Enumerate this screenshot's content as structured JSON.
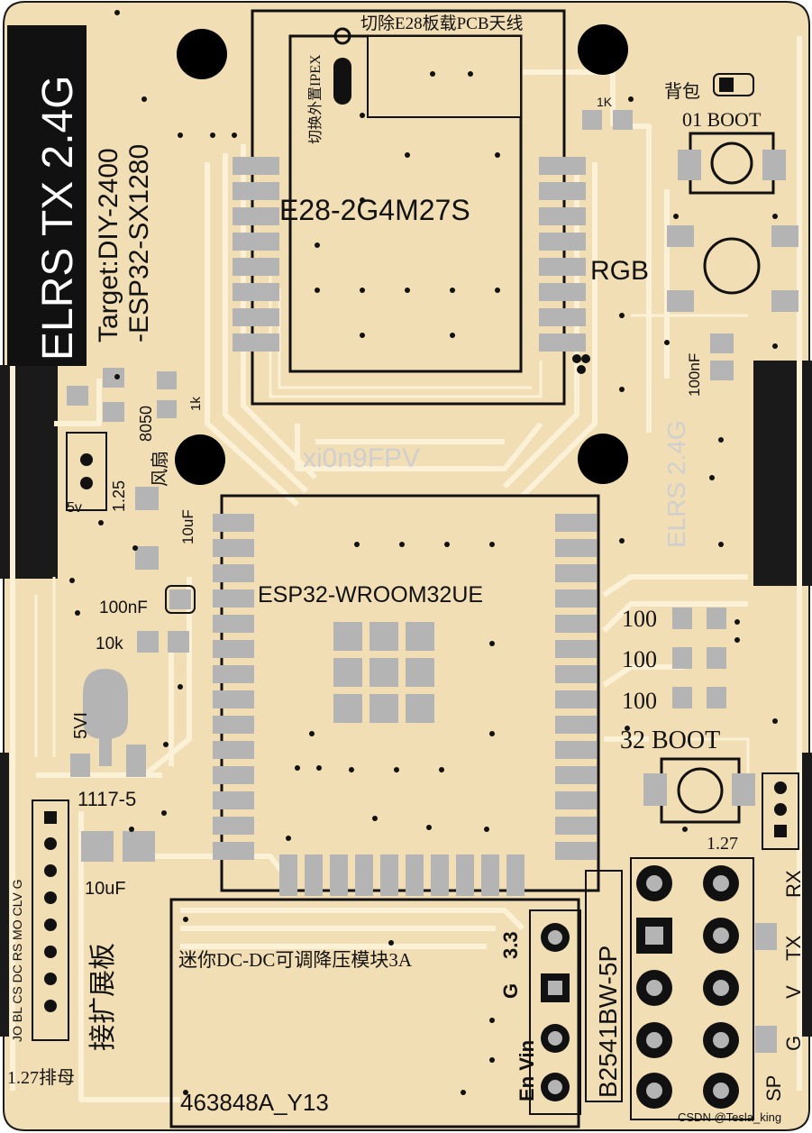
{
  "colors": {
    "board": "#f2deb4",
    "copper": "#fbf1d6",
    "pad": "#b4b4b4",
    "silk": "#111111",
    "hole": "#000000",
    "white_silk": "#d8d8d8"
  },
  "title_block": {
    "main": "ELRS TX 2.4G",
    "target": "Target:DIY-2400",
    "chip": "-ESP32-SX1280"
  },
  "labels": {
    "e28_cut": "切除E28板载PCB天线",
    "ipex": "切换外置IPEX",
    "e28_module": "E28-2G4M27S",
    "res_1k_top": "1K",
    "backpack": "背包",
    "boot01": "01 BOOT",
    "rgb": "RGB",
    "cap_100nf_right": "100nF",
    "fan_pkg": "8050",
    "fan": "风扇",
    "res_1k_left": "1k",
    "watermark": "xi0n9FPV",
    "elrs_vertical": "ELRS 2.4G",
    "fan_pitch": "1.25",
    "fan_5v": "5v",
    "cap_10uf_top": "10uF",
    "esp32": "ESP32-WROOM32UE",
    "cap_100nf_left": "100nF",
    "res_10k": "10k",
    "res_100_a": "100",
    "res_100_b": "100",
    "res_100_c": "100",
    "boot32": "32 BOOT",
    "vin_5v": "5VI",
    "ldo": "1117-5",
    "cap_10uf_bottom": "10uF",
    "uart_pitch": "1.27",
    "expansion": "接扩展板",
    "header_127": "1.27排母",
    "header_pins": "JO BL CS DC RS MO CLV G",
    "dcdc": "迷你DC-DC可调降压模块3A",
    "dcdc_pins_33": "3.3",
    "dcdc_pins_g": "G",
    "dcdc_pins_vin": "En Vin",
    "connector": "B2541BW-5P",
    "part_code": "463848A_Y13",
    "sig_rx": "RX",
    "sig_tx": "TX",
    "sig_v": "V",
    "sig_g": "G",
    "sig_sp": "SP",
    "credit": "CSDN @Tesla_king"
  }
}
